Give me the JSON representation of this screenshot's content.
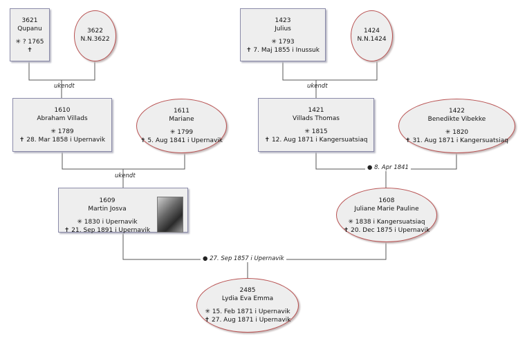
{
  "people": {
    "p3621": {
      "id": "3621",
      "name": "Qupanu",
      "birth": "✳ ? 1765",
      "death": "✝"
    },
    "p3622": {
      "id": "3622",
      "name": "N.N.3622"
    },
    "p1423": {
      "id": "1423",
      "name": "Julius",
      "birth": "✳ 1793",
      "death": "✝ 7. Maj 1855 i  Inussuk"
    },
    "p1424": {
      "id": "1424",
      "name": "N.N.1424"
    },
    "p1610": {
      "id": "1610",
      "name": "Abraham Villads",
      "birth": "✳ 1789",
      "death": "✝ 28. Mar 1858 i  Upernavik"
    },
    "p1611": {
      "id": "1611",
      "name": "Mariane",
      "birth": "✳ 1799",
      "death": "✝ 5. Aug 1841 i  Upernavik"
    },
    "p1421": {
      "id": "1421",
      "name": "Villads Thomas",
      "birth": "✳ 1815",
      "death": "✝ 12. Aug 1871 i  Kangersuatsiaq"
    },
    "p1422": {
      "id": "1422",
      "name": "Benedikte Vibekke",
      "birth": "✳ 1820",
      "death": "✝ 31. Aug 1871 i  Kangersuatsiaq"
    },
    "p1609": {
      "id": "1609",
      "name": "Martin Josva",
      "birth": "✳ 1830 i  Upernavik",
      "death": "✝ 21. Sep 1891 i  Upernavik"
    },
    "p1608": {
      "id": "1608",
      "name": "Juliane Marie Pauline",
      "birth": "✳ 1838 i  Kangersuatsiaq",
      "death": "✝ 20. Dec 1875 i  Upernavik"
    },
    "p2485": {
      "id": "2485",
      "name": "Lydia Eva Emma",
      "birth": "✳ 15. Feb 1871 i  Upernavik",
      "death": "✝ 27. Aug 1871 i  Upernavik"
    }
  },
  "unions": {
    "u1": "ukendt",
    "u2": "ukendt",
    "u3": "ukendt",
    "u4": "● 8. Apr 1841",
    "u5": "● 27. Sep 1857 i  Upernavik"
  },
  "colors": {
    "line": "#555555",
    "male_border": "#8a8aa8",
    "female_border": "#b85050",
    "box_fill": "#eeeeee"
  }
}
